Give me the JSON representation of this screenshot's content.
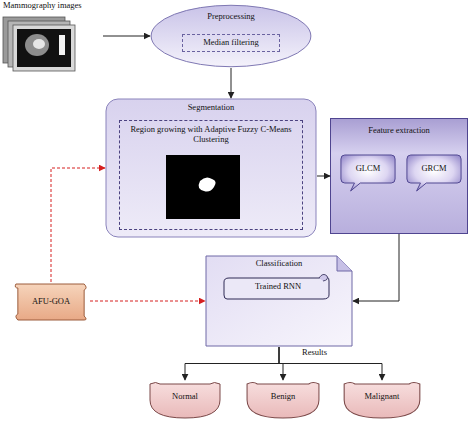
{
  "diagram": {
    "nodes": [
      {
        "text": [
          "Mammography images"
        ]
      },
      {
        "text": [
          "Preprocessing"
        ]
      },
      {
        "text": [
          "Median filtering"
        ],
        "in": 1
      },
      {
        "text": [
          "Segmentation"
        ]
      },
      {
        "text": [
          "Region growing with Adaptive Fuzzy C-Means Clustering"
        ],
        "in": 3
      },
      {
        "text": [
          "Feature extraction"
        ]
      },
      {
        "text": [
          "GLCM"
        ],
        "in": 5
      },
      {
        "text": [
          "GRCM"
        ],
        "in": 5
      },
      {
        "text": [
          "AFU-GOA"
        ]
      },
      {
        "text": [
          "Classification"
        ]
      },
      {
        "text": [
          "Trained RNN"
        ],
        "in": 9
      },
      {
        "text": [
          "Normal"
        ]
      },
      {
        "text": [
          "Benign"
        ]
      },
      {
        "text": [
          "Malignant"
        ]
      }
    ],
    "edges": [
      {
        "from": 0,
        "to": 1,
        "arrow": "to"
      },
      {
        "from": 1,
        "to": 3,
        "arrow": "to"
      },
      {
        "from": 3,
        "to": 5,
        "arrow": "to"
      },
      {
        "from": 5,
        "to": 9,
        "arrow": "to"
      },
      {
        "from": 8,
        "to": 3,
        "arrow": "to"
      },
      {
        "from": 8,
        "to": 9,
        "arrow": "to"
      },
      {
        "from": 9,
        "to": 11,
        "arrow": "to"
      },
      {
        "from": 9,
        "to": 12,
        "arrow": "to"
      },
      {
        "from": 9,
        "to": 13,
        "arrow": "to"
      }
    ],
    "labels": [
      "Results"
    ]
  }
}
